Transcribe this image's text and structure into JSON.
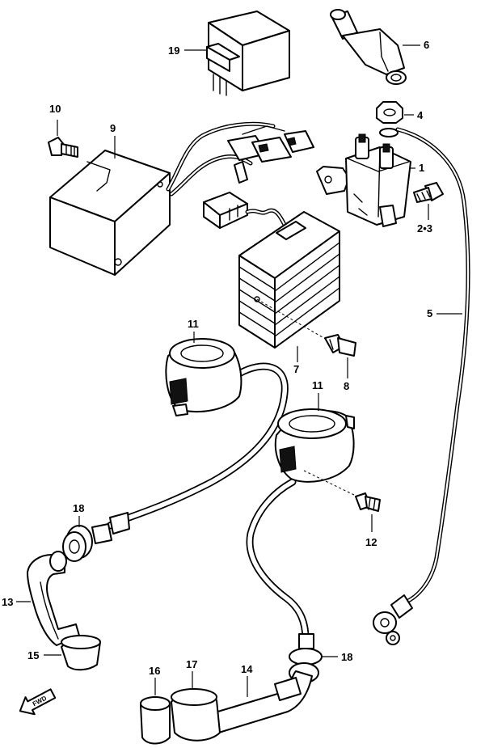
{
  "parts": {
    "p1": "1",
    "p2_3": "2•3",
    "p4": "4",
    "p5": "5",
    "p6": "6",
    "p7": "7",
    "p8": "8",
    "p9": "9",
    "p10": "10",
    "p11_left": "11",
    "p11_right": "11",
    "p12": "12",
    "p13": "13",
    "p14": "14",
    "p15": "15",
    "p16": "16",
    "p17": "17",
    "p18_left": "18",
    "p18_right": "18",
    "p19": "19"
  },
  "direction_marker": "FWD"
}
